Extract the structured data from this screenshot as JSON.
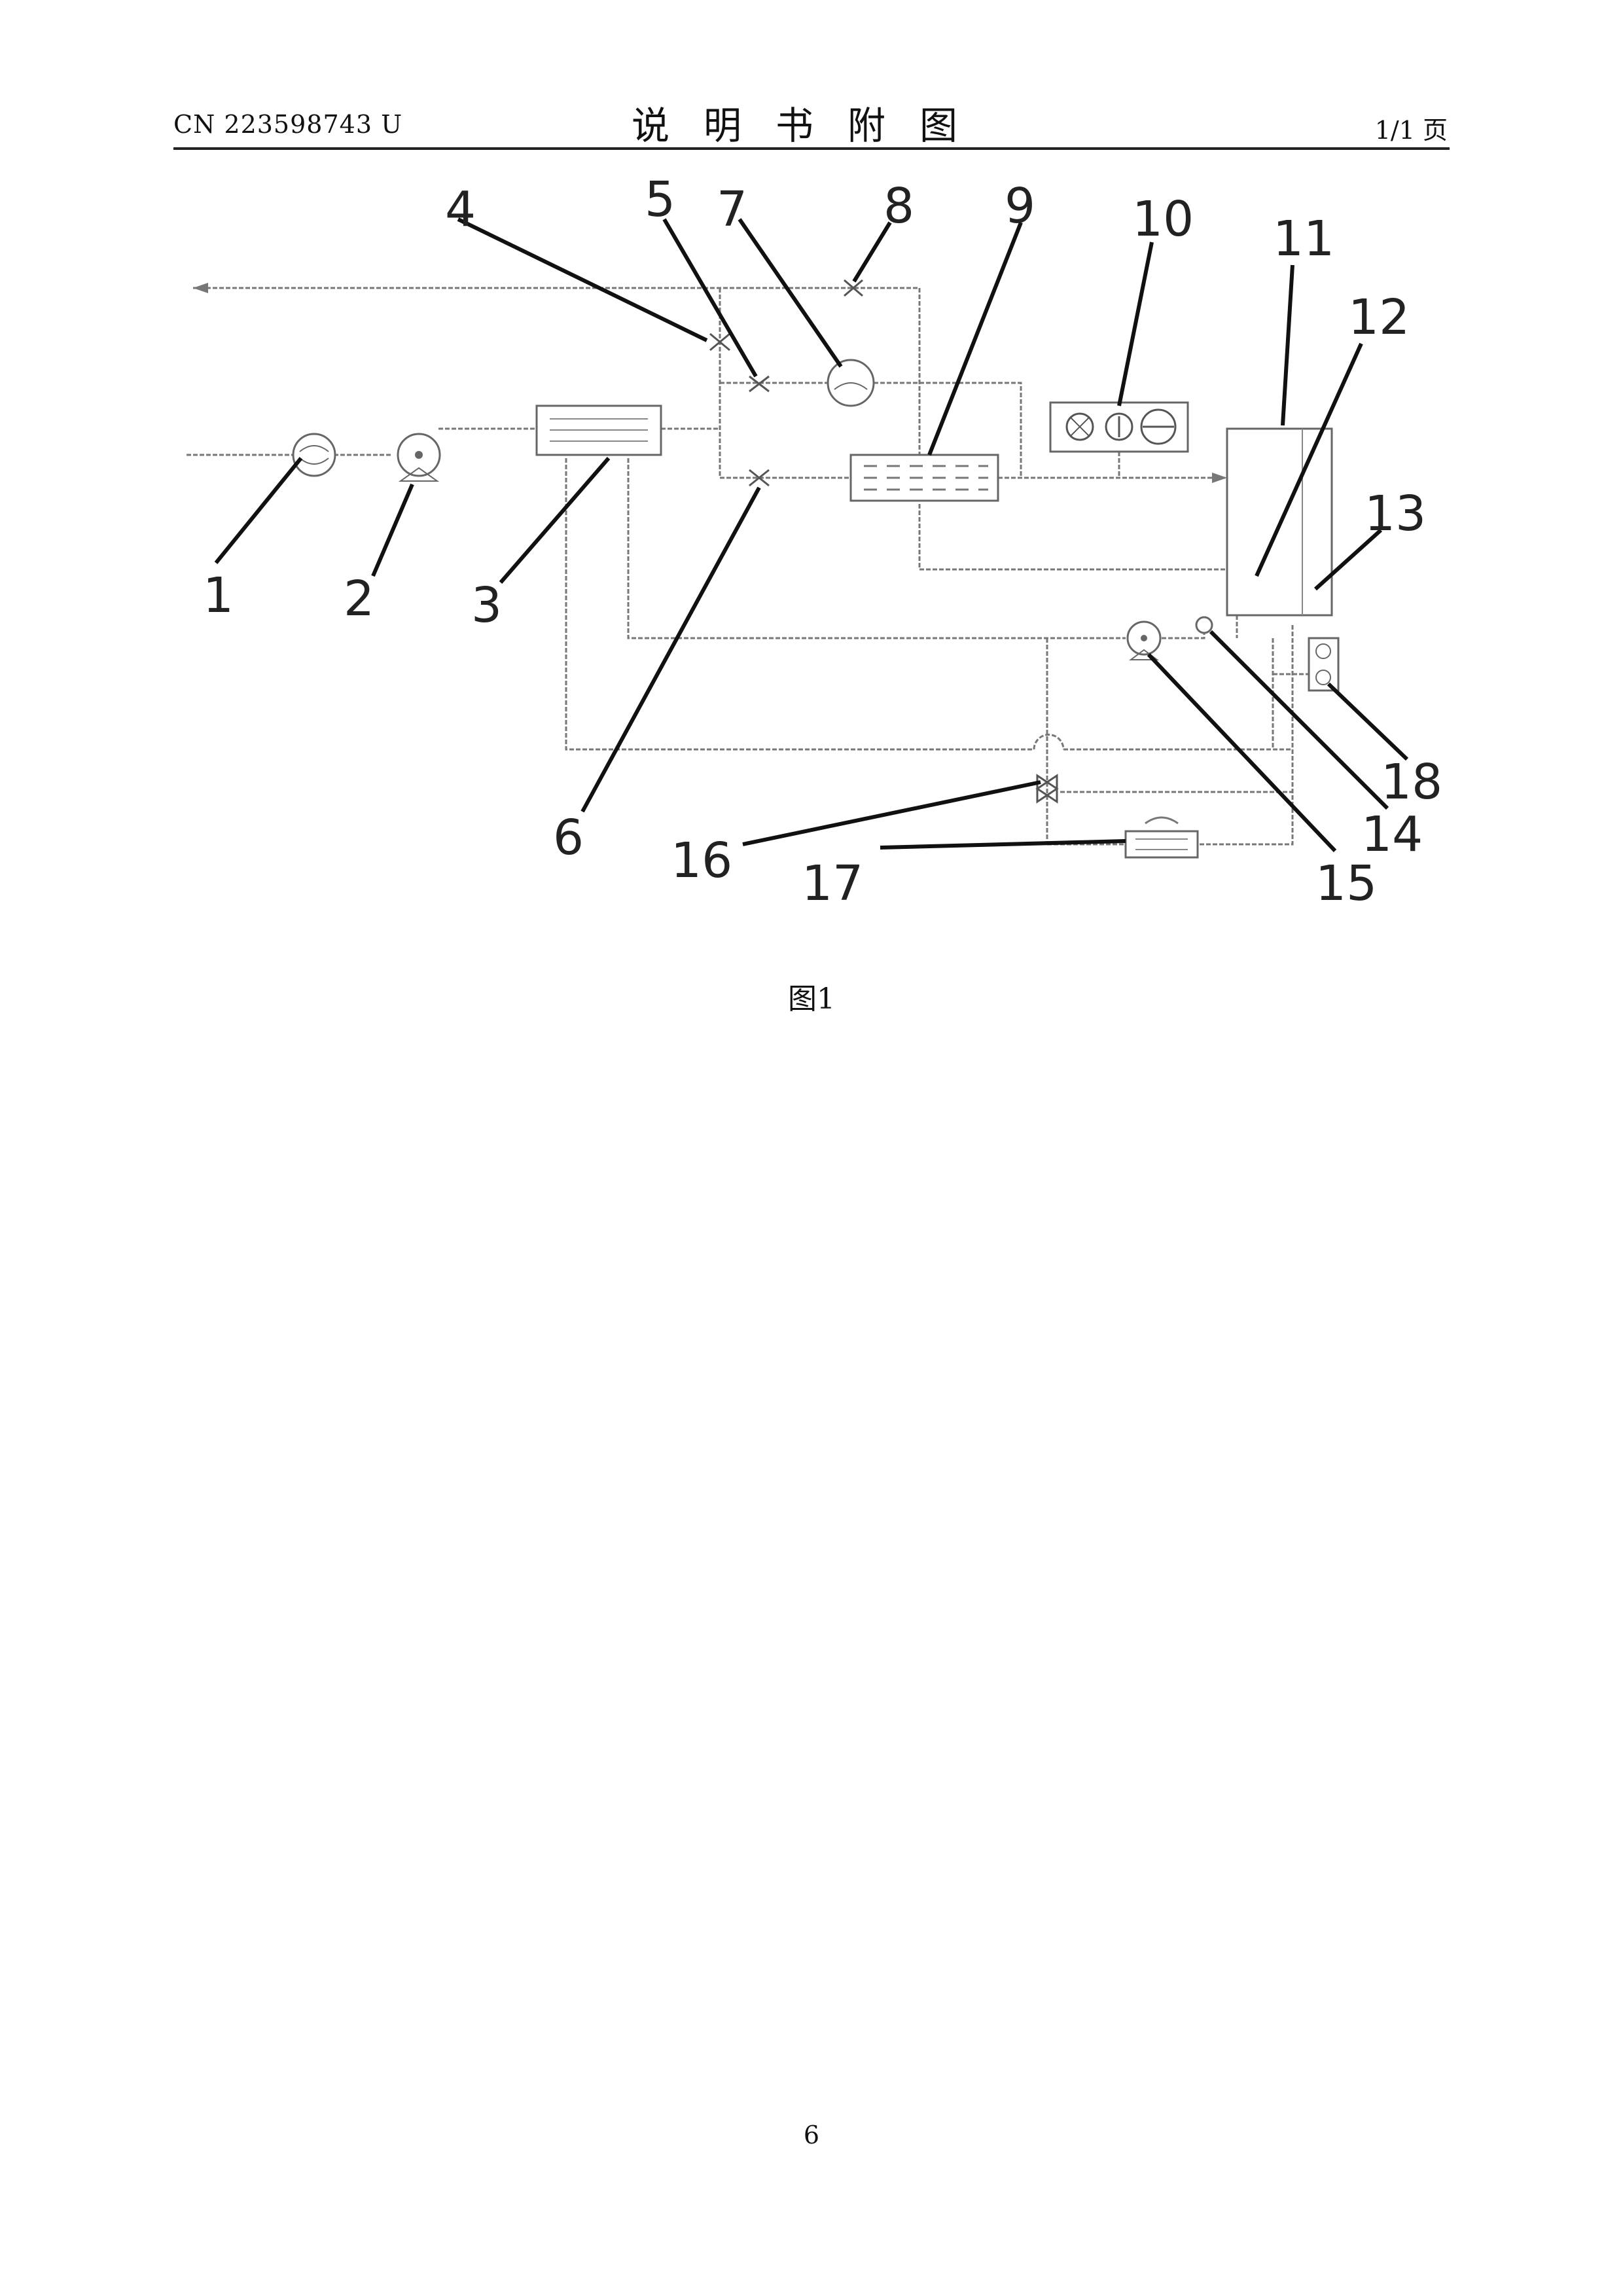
{
  "header": {
    "patent_number": "CN 223598743 U",
    "title": "说明书附图",
    "page_ratio": "1/1 页"
  },
  "figure": {
    "caption": "图1",
    "callouts": [
      "1",
      "2",
      "3",
      "4",
      "5",
      "6",
      "7",
      "8",
      "9",
      "10",
      "11",
      "12",
      "13",
      "14",
      "15",
      "16",
      "17",
      "18"
    ]
  },
  "footer": {
    "page_number": "6"
  }
}
